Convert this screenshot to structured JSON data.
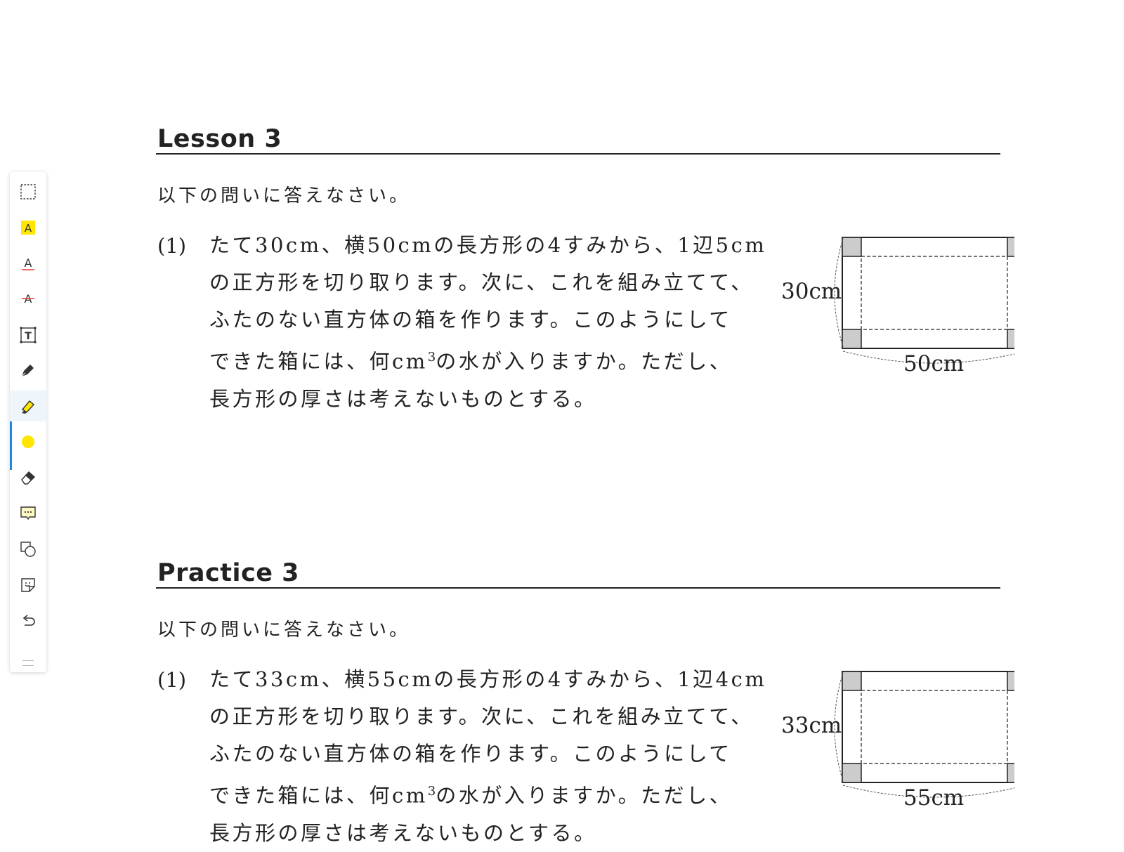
{
  "toolbar": {
    "tools": [
      {
        "name": "select-area",
        "icon": "dashed-rectangle-icon"
      },
      {
        "name": "highlight-text",
        "icon": "highlight-a-icon"
      },
      {
        "name": "underline-text",
        "icon": "underline-a-icon"
      },
      {
        "name": "strikethrough-text",
        "icon": "strikethrough-a-icon"
      },
      {
        "name": "text-box",
        "icon": "text-box-icon"
      },
      {
        "name": "pen",
        "icon": "pen-icon"
      },
      {
        "name": "highlighter",
        "icon": "highlighter-icon",
        "active": true
      },
      {
        "name": "color",
        "icon": "color-dot-icon",
        "color": "#ffe500"
      },
      {
        "name": "eraser",
        "icon": "eraser-icon"
      },
      {
        "name": "comment",
        "icon": "comment-icon"
      },
      {
        "name": "shapes",
        "icon": "shapes-icon"
      },
      {
        "name": "sticker",
        "icon": "sticker-icon"
      },
      {
        "name": "undo",
        "icon": "undo-icon"
      }
    ],
    "accent_color": "#1e88e5"
  },
  "lesson": {
    "title": "Lesson 3",
    "intro": "以下の問いに答えなさい。",
    "question": {
      "number": "(1)",
      "lines": [
        "たて30cm、横50cmの長方形の4すみから、1辺5cm",
        "の正方形を切り取ります。次に、これを組み立てて、",
        "ふたのない直方体の箱を作ります。このようにして",
        "できた箱には、何cm",
        "の水が入りますか。ただし、",
        "長方形の厚さは考えないものとする。"
      ],
      "superscript": "3",
      "figure": {
        "height_label": "30cm",
        "width_label": "50cm"
      }
    }
  },
  "practice": {
    "title": "Practice 3",
    "intro": "以下の問いに答えなさい。",
    "question": {
      "number": "(1)",
      "lines": [
        "たて33cm、横55cmの長方形の4すみから、1辺4cm",
        "の正方形を切り取ります。次に、これを組み立てて、",
        "ふたのない直方体の箱を作ります。このようにして",
        "できた箱には、何cm",
        "の水が入りますか。ただし、",
        "長方形の厚さは考えないものとする。"
      ],
      "superscript": "3",
      "figure": {
        "height_label": "33cm",
        "width_label": "55cm"
      }
    }
  }
}
